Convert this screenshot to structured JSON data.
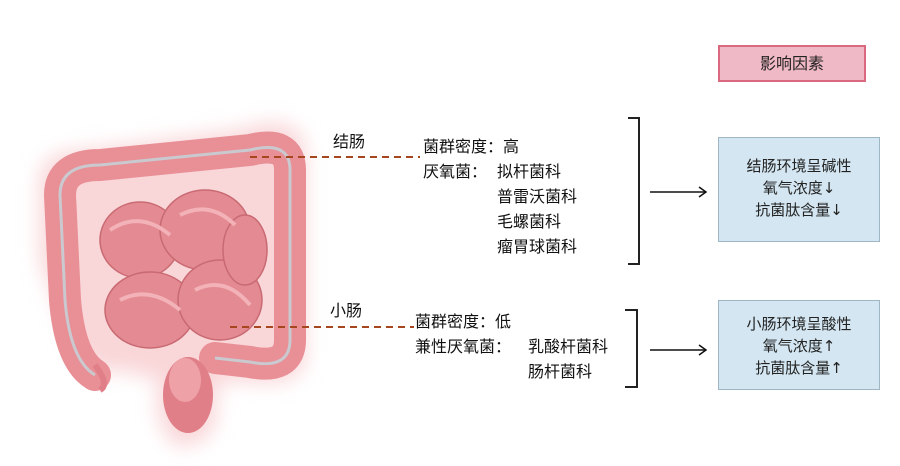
{
  "factors_title": "影响因素",
  "colon": {
    "label": "结肠",
    "density": "菌群密度：高",
    "anaerobes_label": "厌氧菌：",
    "bacteria": [
      "拟杆菌科",
      "普雷沃菌科",
      "毛螺菌科",
      "瘤胃球菌科"
    ],
    "factors": [
      "结肠环境呈碱性",
      "氧气浓度↓",
      "抗菌肽含量↓"
    ]
  },
  "small_intestine": {
    "label": "小肠",
    "density": "菌群密度：低",
    "anaerobes_label": "兼性厌氧菌：",
    "bacteria": [
      "乳酸杆菌科",
      "肠杆菌科"
    ],
    "factors": [
      "小肠环境呈酸性",
      "氧气浓度↑",
      "抗菌肽含量↑"
    ]
  },
  "colors": {
    "intestine": "#e98f96",
    "glow": "#f9d6d8",
    "dash": "#a5461f",
    "pink_box": "#f0b9c6",
    "blue_box": "#d3e6f1"
  }
}
